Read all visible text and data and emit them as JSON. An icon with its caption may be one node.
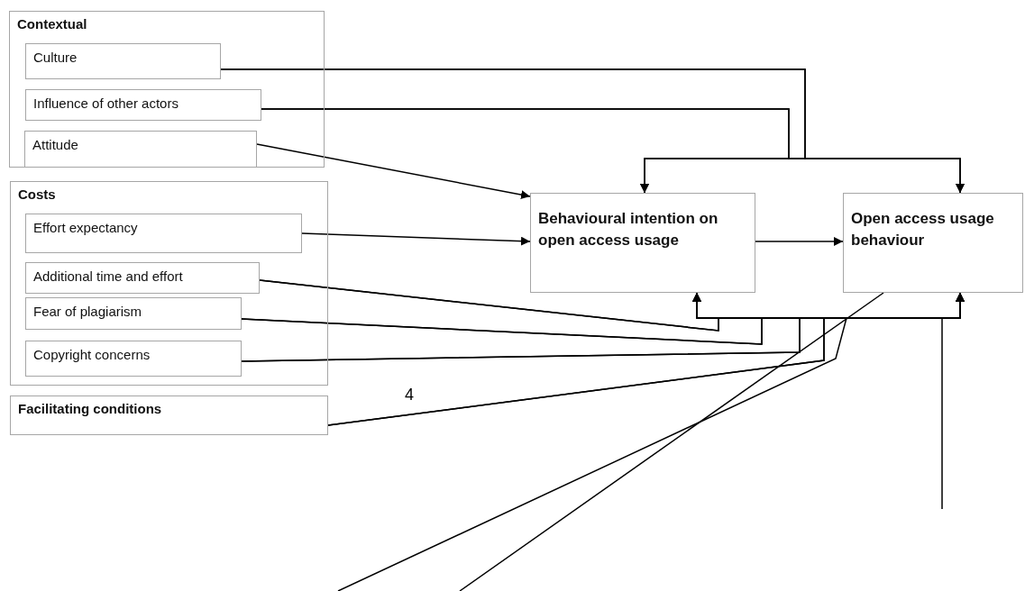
{
  "diagram": {
    "nodes": [
      {
        "text": [
          "Contextual"
        ]
      },
      {
        "text": [
          "Culture"
        ],
        "in": 0
      },
      {
        "text": [
          "Influence of other actors"
        ],
        "in": 0
      },
      {
        "text": [
          "Attitude"
        ],
        "in": 0
      },
      {
        "text": [
          "Costs"
        ]
      },
      {
        "text": [
          "Effort expectancy"
        ],
        "in": 4
      },
      {
        "text": [
          "Additional time and effort"
        ],
        "in": 4
      },
      {
        "text": [
          "Fear of plagiarism"
        ],
        "in": 4
      },
      {
        "text": [
          "Copyright concerns"
        ],
        "in": 4
      },
      {
        "text": [
          "Facilitating conditions"
        ]
      },
      {
        "text": [
          "Behavioural intention on open access usage"
        ]
      },
      {
        "text": [
          "Open access usage behaviour"
        ]
      }
    ],
    "edges": [
      {
        "from": 1,
        "to": 10,
        "arrow": "to"
      },
      {
        "from": 1,
        "to": 11,
        "arrow": "to"
      },
      {
        "from": 2,
        "to": 10,
        "arrow": "to"
      },
      {
        "from": 2,
        "to": 11,
        "arrow": "to"
      },
      {
        "from": 3,
        "to": 10,
        "arrow": "to"
      },
      {
        "from": 5,
        "to": 10,
        "arrow": "to"
      },
      {
        "from": 10,
        "to": 11,
        "arrow": "to"
      },
      {
        "from": 6,
        "to": 10,
        "arrow": "to"
      },
      {
        "from": 6,
        "to": 11,
        "arrow": "to"
      },
      {
        "from": 7,
        "to": 10,
        "arrow": "to"
      },
      {
        "from": 7,
        "to": 11,
        "arrow": "to"
      },
      {
        "from": 8,
        "to": 10,
        "arrow": "to"
      },
      {
        "from": 8,
        "to": 11,
        "arrow": "to"
      },
      {
        "from": 9,
        "to": 10,
        "arrow": "to"
      },
      {
        "from": 9,
        "to": 11,
        "arrow": "to"
      },
      {
        "from": null,
        "to": 11,
        "arrow": "to"
      },
      {
        "from": null,
        "to": 11,
        "arrow": "to"
      },
      {
        "from": null,
        "to": 11,
        "arrow": "none"
      }
    ],
    "labels": [
      "4"
    ]
  }
}
